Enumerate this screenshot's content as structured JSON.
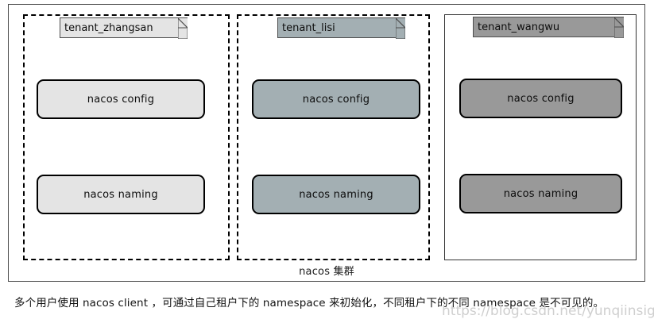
{
  "diagram": {
    "cluster": {
      "label": "nacos 集群",
      "border_color": "#4d4d4d"
    },
    "tenants": [
      {
        "id": "tenant_zhangsan",
        "tag_label": "tenant_zhangsan",
        "border_style": "dashed",
        "fill": "#e4e4e4",
        "services": [
          {
            "label": "nacos config"
          },
          {
            "label": "nacos naming"
          }
        ]
      },
      {
        "id": "tenant_lisi",
        "tag_label": "tenant_lisi",
        "border_style": "dashed",
        "fill": "#a3afb3",
        "services": [
          {
            "label": "nacos config"
          },
          {
            "label": "nacos naming"
          }
        ]
      },
      {
        "id": "tenant_wangwu",
        "tag_label": "tenant_wangwu",
        "border_style": "solid",
        "fill": "#999999",
        "services": [
          {
            "label": "nacos config"
          },
          {
            "label": "nacos naming"
          }
        ]
      }
    ],
    "caption": "多个用户使用 nacos client ，可通过自己租户下的 namespace 来初始化，不同租户下的不同 namespace 是不可见的。",
    "watermark": "https://blog.csdn.net/yunqiinsight"
  }
}
